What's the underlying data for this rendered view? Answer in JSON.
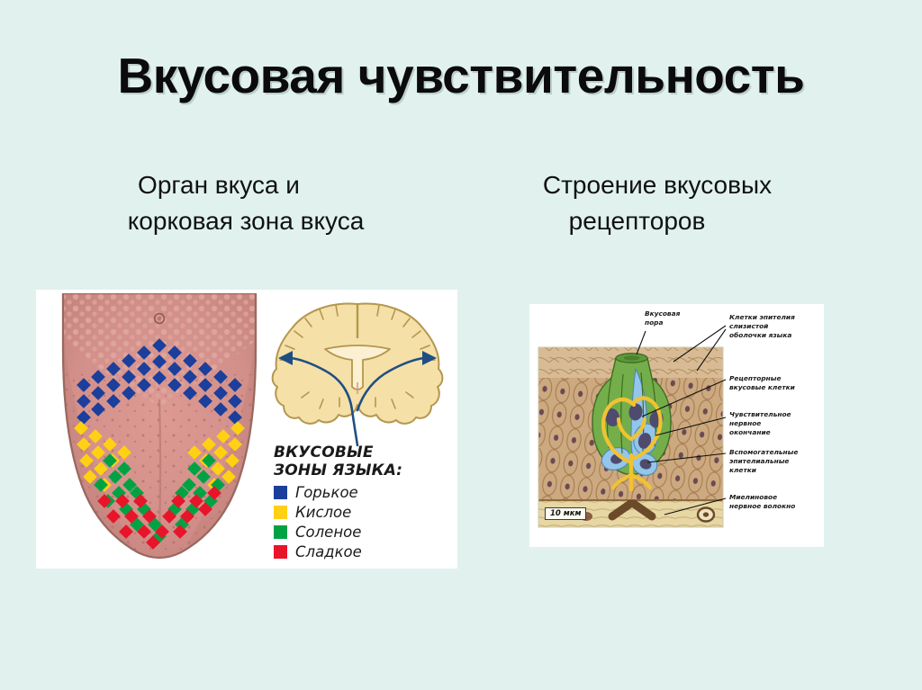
{
  "slide": {
    "title": "Вкусовая чувствительность",
    "background_color": "#e1f2ee"
  },
  "subtitles": {
    "left": {
      "line1": "Орган вкуса и",
      "line2": "корковая зона вкуса"
    },
    "right": {
      "line1": "Строение вкусовых",
      "line2": "рецепторов"
    }
  },
  "left_figure": {
    "legend": {
      "title_line1": "ВКУСОВЫЕ",
      "title_line2": "ЗОНЫ ЯЗЫКА:",
      "items": [
        {
          "label": "Горькое",
          "color": "#1c3f9c"
        },
        {
          "label": "Кислое",
          "color": "#ffd014"
        },
        {
          "label": "Соленое",
          "color": "#00a344"
        },
        {
          "label": "Сладкое",
          "color": "#e8152a"
        }
      ]
    },
    "colors": {
      "tongue_body": "#d58c86",
      "tongue_back": "#cf8f8a",
      "tongue_outline": "#8d5c55",
      "brain_fill": "#f3dda6",
      "brain_outline": "#b79a5e",
      "brain_pathway": "#1f4f82",
      "panel_background": "#ffffff"
    }
  },
  "right_figure": {
    "callouts": {
      "pore": "Вкусовая\nпора",
      "epithelium": "Клетки эпителия\nслизистой\nоболочки языка",
      "receptor_cells": "Рецепторные\nвкусовые клетки",
      "nerve_ending": "Чувствительное\nнервное\nокончание",
      "auxiliary_cells": "Вспомогательные\nэпителиальные\nклетки",
      "myelin_fiber": "Миелиновое\nнервное волокно"
    },
    "scale_bar": "10 мкм",
    "colors": {
      "receptor_cell": "#5aa03a",
      "support_cell": "#8fc3e8",
      "nerve_fiber": "#f0c02a",
      "epithelium": "#cbab84",
      "nucleus": "#4d4a6a",
      "myelin": "#6b4a2a",
      "panel_background": "#ffffff"
    }
  }
}
